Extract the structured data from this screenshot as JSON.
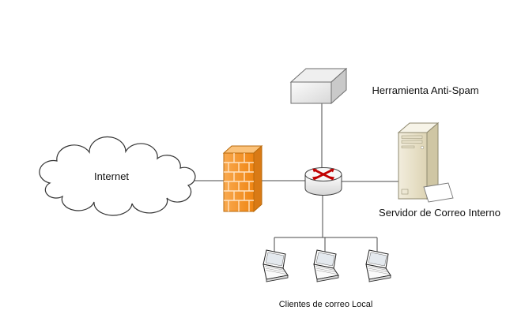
{
  "diagram": {
    "nodes": {
      "internet": {
        "label": "Internet",
        "type": "cloud"
      },
      "firewall": {
        "label": "",
        "type": "firewall-brick-wall"
      },
      "router": {
        "label": "",
        "type": "router-with-red-x"
      },
      "antispam": {
        "label": "Herramienta Anti-Spam",
        "type": "appliance-box"
      },
      "mail_server": {
        "label": "Servidor de Correo Interno",
        "type": "server-tower-with-paper"
      },
      "clients": {
        "label": "Clientes de correo Local",
        "type": "laptop-group",
        "count": 3
      }
    },
    "edges": [
      {
        "from": "internet",
        "to": "firewall"
      },
      {
        "from": "firewall",
        "to": "router"
      },
      {
        "from": "router",
        "to": "antispam"
      },
      {
        "from": "router",
        "to": "mail_server"
      },
      {
        "from": "router",
        "to": "clients"
      }
    ],
    "colors": {
      "firewall_orange": "#F5921E",
      "router_x_red": "#C00000",
      "server_beige": "#EAE3CB",
      "appliance_gray": "#DADADA",
      "line": "#4A4A4A",
      "text": "#111111",
      "background": "#FFFFFF"
    }
  }
}
